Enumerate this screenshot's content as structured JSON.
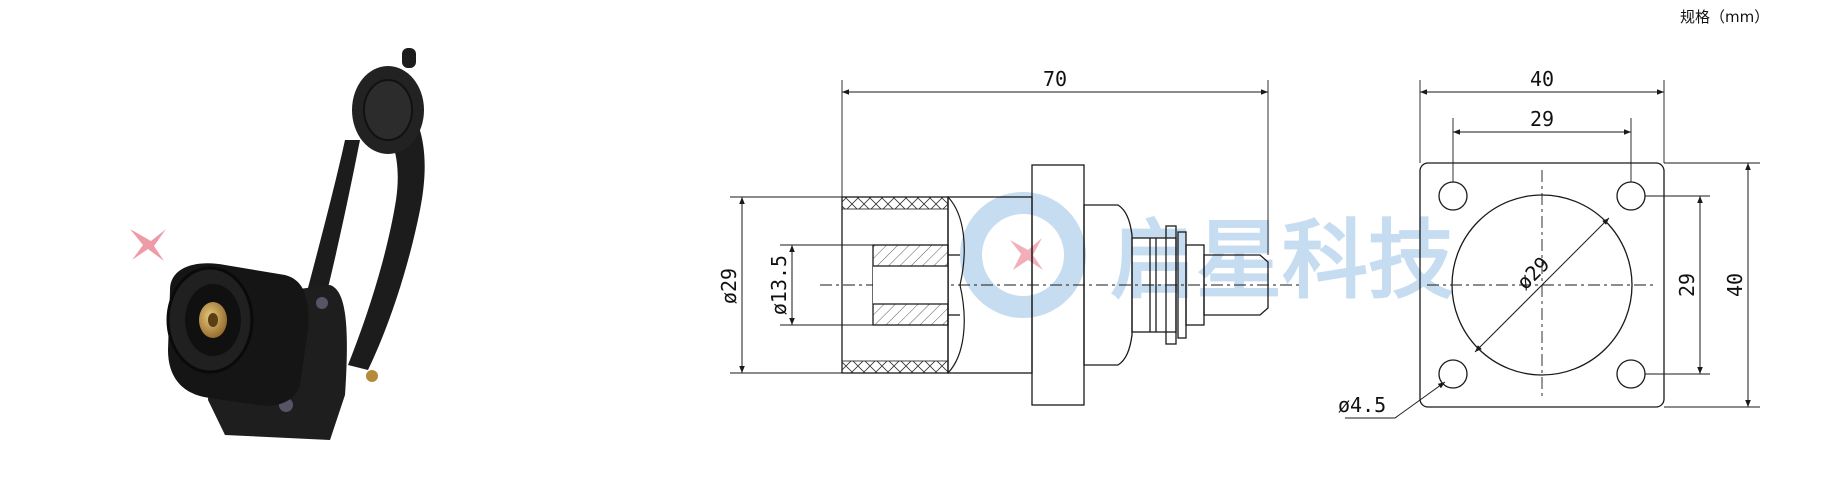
{
  "header": {
    "units_label": "规格（mm）"
  },
  "watermark": {
    "text": "启星科技",
    "color": "#bcd6ef"
  },
  "side_view": {
    "length": "70",
    "outer_diameter": "ø29",
    "inner_diameter": "ø13.5"
  },
  "front_view": {
    "flange_width": "40",
    "hole_spacing_width": "29",
    "circle_diameter": "ø29",
    "hole_spacing_height": "29",
    "flange_height": "40",
    "hole_diameter": "ø4.5"
  },
  "colors": {
    "line": "#1a1a1a",
    "product": "#1c1c1c",
    "brass": "#b58a3a",
    "mark": "#e87a8a"
  }
}
